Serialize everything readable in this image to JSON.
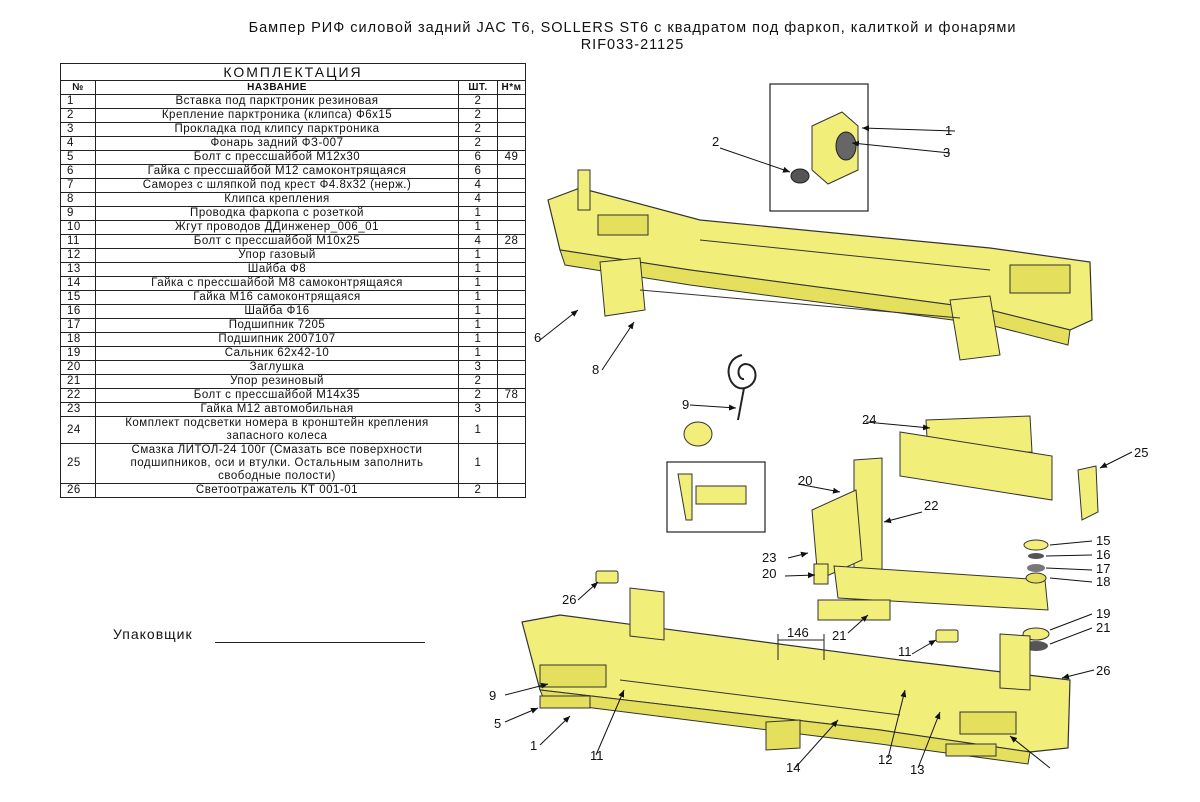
{
  "title_line1": "Бампер РИФ силовой задний JAC T6, SOLLERS ST6 с квадратом под фаркоп, калиткой и фонарями",
  "title_line2": "RIF033-21125",
  "table": {
    "caption": "КОМПЛЕКТАЦИЯ",
    "headers": [
      "№",
      "НАЗВАНИЕ",
      "ШТ.",
      "Н*м"
    ],
    "rows": [
      {
        "n": "1",
        "name": "Вставка под парктроник резиновая",
        "qty": "2",
        "nm": ""
      },
      {
        "n": "2",
        "name": "Крепление парктроника (клипса) Ф6х15",
        "qty": "2",
        "nm": ""
      },
      {
        "n": "3",
        "name": "Прокладка под клипсу парктроника",
        "qty": "2",
        "nm": ""
      },
      {
        "n": "4",
        "name": "Фонарь задний ФЗ-007",
        "qty": "2",
        "nm": ""
      },
      {
        "n": "5",
        "name": "Болт с прессшайбой M12x30",
        "qty": "6",
        "nm": "49"
      },
      {
        "n": "6",
        "name": "Гайка с прессшайбой M12 самоконтрящаяся",
        "qty": "6",
        "nm": ""
      },
      {
        "n": "7",
        "name": "Саморез с шляпкой под крест Ф4.8x32 (нерж.)",
        "qty": "4",
        "nm": ""
      },
      {
        "n": "8",
        "name": "Клипса крепления",
        "qty": "4",
        "nm": ""
      },
      {
        "n": "9",
        "name": "Проводка фаркопа с розеткой",
        "qty": "1",
        "nm": ""
      },
      {
        "n": "10",
        "name": "Жгут проводов ДДинженер_006_01",
        "qty": "1",
        "nm": ""
      },
      {
        "n": "11",
        "name": "Болт с прессшайбой M10x25",
        "qty": "4",
        "nm": "28"
      },
      {
        "n": "12",
        "name": "Упор газовый",
        "qty": "1",
        "nm": ""
      },
      {
        "n": "13",
        "name": "Шайба Ф8",
        "qty": "1",
        "nm": ""
      },
      {
        "n": "14",
        "name": "Гайка с прессшайбой M8 самоконтрящаяся",
        "qty": "1",
        "nm": ""
      },
      {
        "n": "15",
        "name": "Гайка M16 самоконтрящаяся",
        "qty": "1",
        "nm": ""
      },
      {
        "n": "16",
        "name": "Шайба Ф16",
        "qty": "1",
        "nm": ""
      },
      {
        "n": "17",
        "name": "Подшипник 7205",
        "qty": "1",
        "nm": ""
      },
      {
        "n": "18",
        "name": "Подшипник 2007107",
        "qty": "1",
        "nm": ""
      },
      {
        "n": "19",
        "name": "Сальник 62x42-10",
        "qty": "1",
        "nm": ""
      },
      {
        "n": "20",
        "name": "Заглушка",
        "qty": "3",
        "nm": ""
      },
      {
        "n": "21",
        "name": "Упор резиновый",
        "qty": "2",
        "nm": ""
      },
      {
        "n": "22",
        "name": "Болт с прессшайбой M14x35",
        "qty": "2",
        "nm": "78"
      },
      {
        "n": "23",
        "name": "Гайка M12 автомобильная",
        "qty": "3",
        "nm": ""
      },
      {
        "n": "24",
        "name": "Комплект подсветки номера в кронштейн крепления запасного колеса",
        "qty": "1",
        "nm": ""
      },
      {
        "n": "25",
        "name": "Смазка ЛИТОЛ-24 100г (Смазать все поверхности подшипников, оси и втулки. Остальным заполнить свободные полости)",
        "qty": "1",
        "nm": ""
      },
      {
        "n": "26",
        "name": "Светоотражатель КТ 001-01",
        "qty": "2",
        "nm": ""
      }
    ]
  },
  "packer_label": "Упаковщик",
  "dimension_label": "146",
  "callouts": [
    "1",
    "2",
    "3",
    "6",
    "8",
    "9",
    "24",
    "25",
    "20",
    "22",
    "23",
    "20",
    "15",
    "16",
    "17",
    "18",
    "19",
    "21",
    "21",
    "26",
    "26",
    "11",
    "9",
    "5",
    "1",
    "11",
    "14",
    "12",
    "13"
  ],
  "colors": {
    "part_fill": "#f2ee7a",
    "part_stroke": "#333333"
  }
}
